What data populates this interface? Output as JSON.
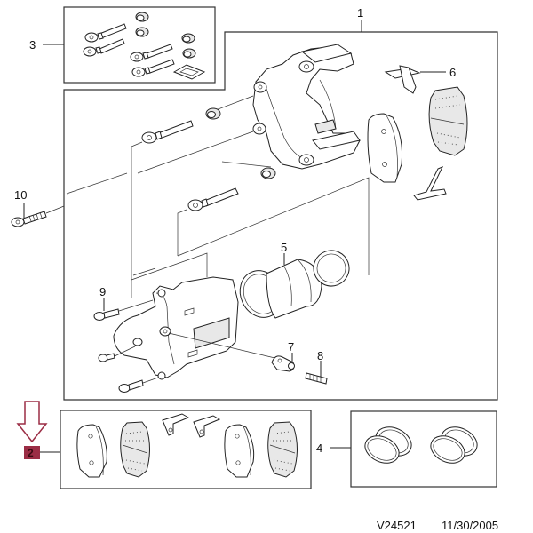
{
  "diagram": {
    "type": "exploded-parts-diagram",
    "subject": "brake caliper assembly",
    "callouts": [
      {
        "id": "1",
        "label": "1",
        "part": "caliper assembly (main box)"
      },
      {
        "id": "2",
        "label": "2",
        "part": "brake pad set",
        "highlighted": true
      },
      {
        "id": "3",
        "label": "3",
        "part": "guide pin / bushing kit"
      },
      {
        "id": "4",
        "label": "4",
        "part": "piston seal kit"
      },
      {
        "id": "5",
        "label": "5",
        "part": "piston"
      },
      {
        "id": "6",
        "label": "6",
        "part": "pad spring clip"
      },
      {
        "id": "7",
        "label": "7",
        "part": "bleeder cap"
      },
      {
        "id": "8",
        "label": "8",
        "part": "bleeder screw"
      },
      {
        "id": "9",
        "label": "9",
        "part": "guide bolt"
      },
      {
        "id": "10",
        "label": "10",
        "part": "mounting bolt"
      }
    ],
    "highlight": {
      "callout": "2",
      "color": "#9b2d45",
      "arrow": "down-arrow"
    }
  },
  "footer": {
    "drawing_id": "V24521",
    "date": "11/30/2005"
  }
}
